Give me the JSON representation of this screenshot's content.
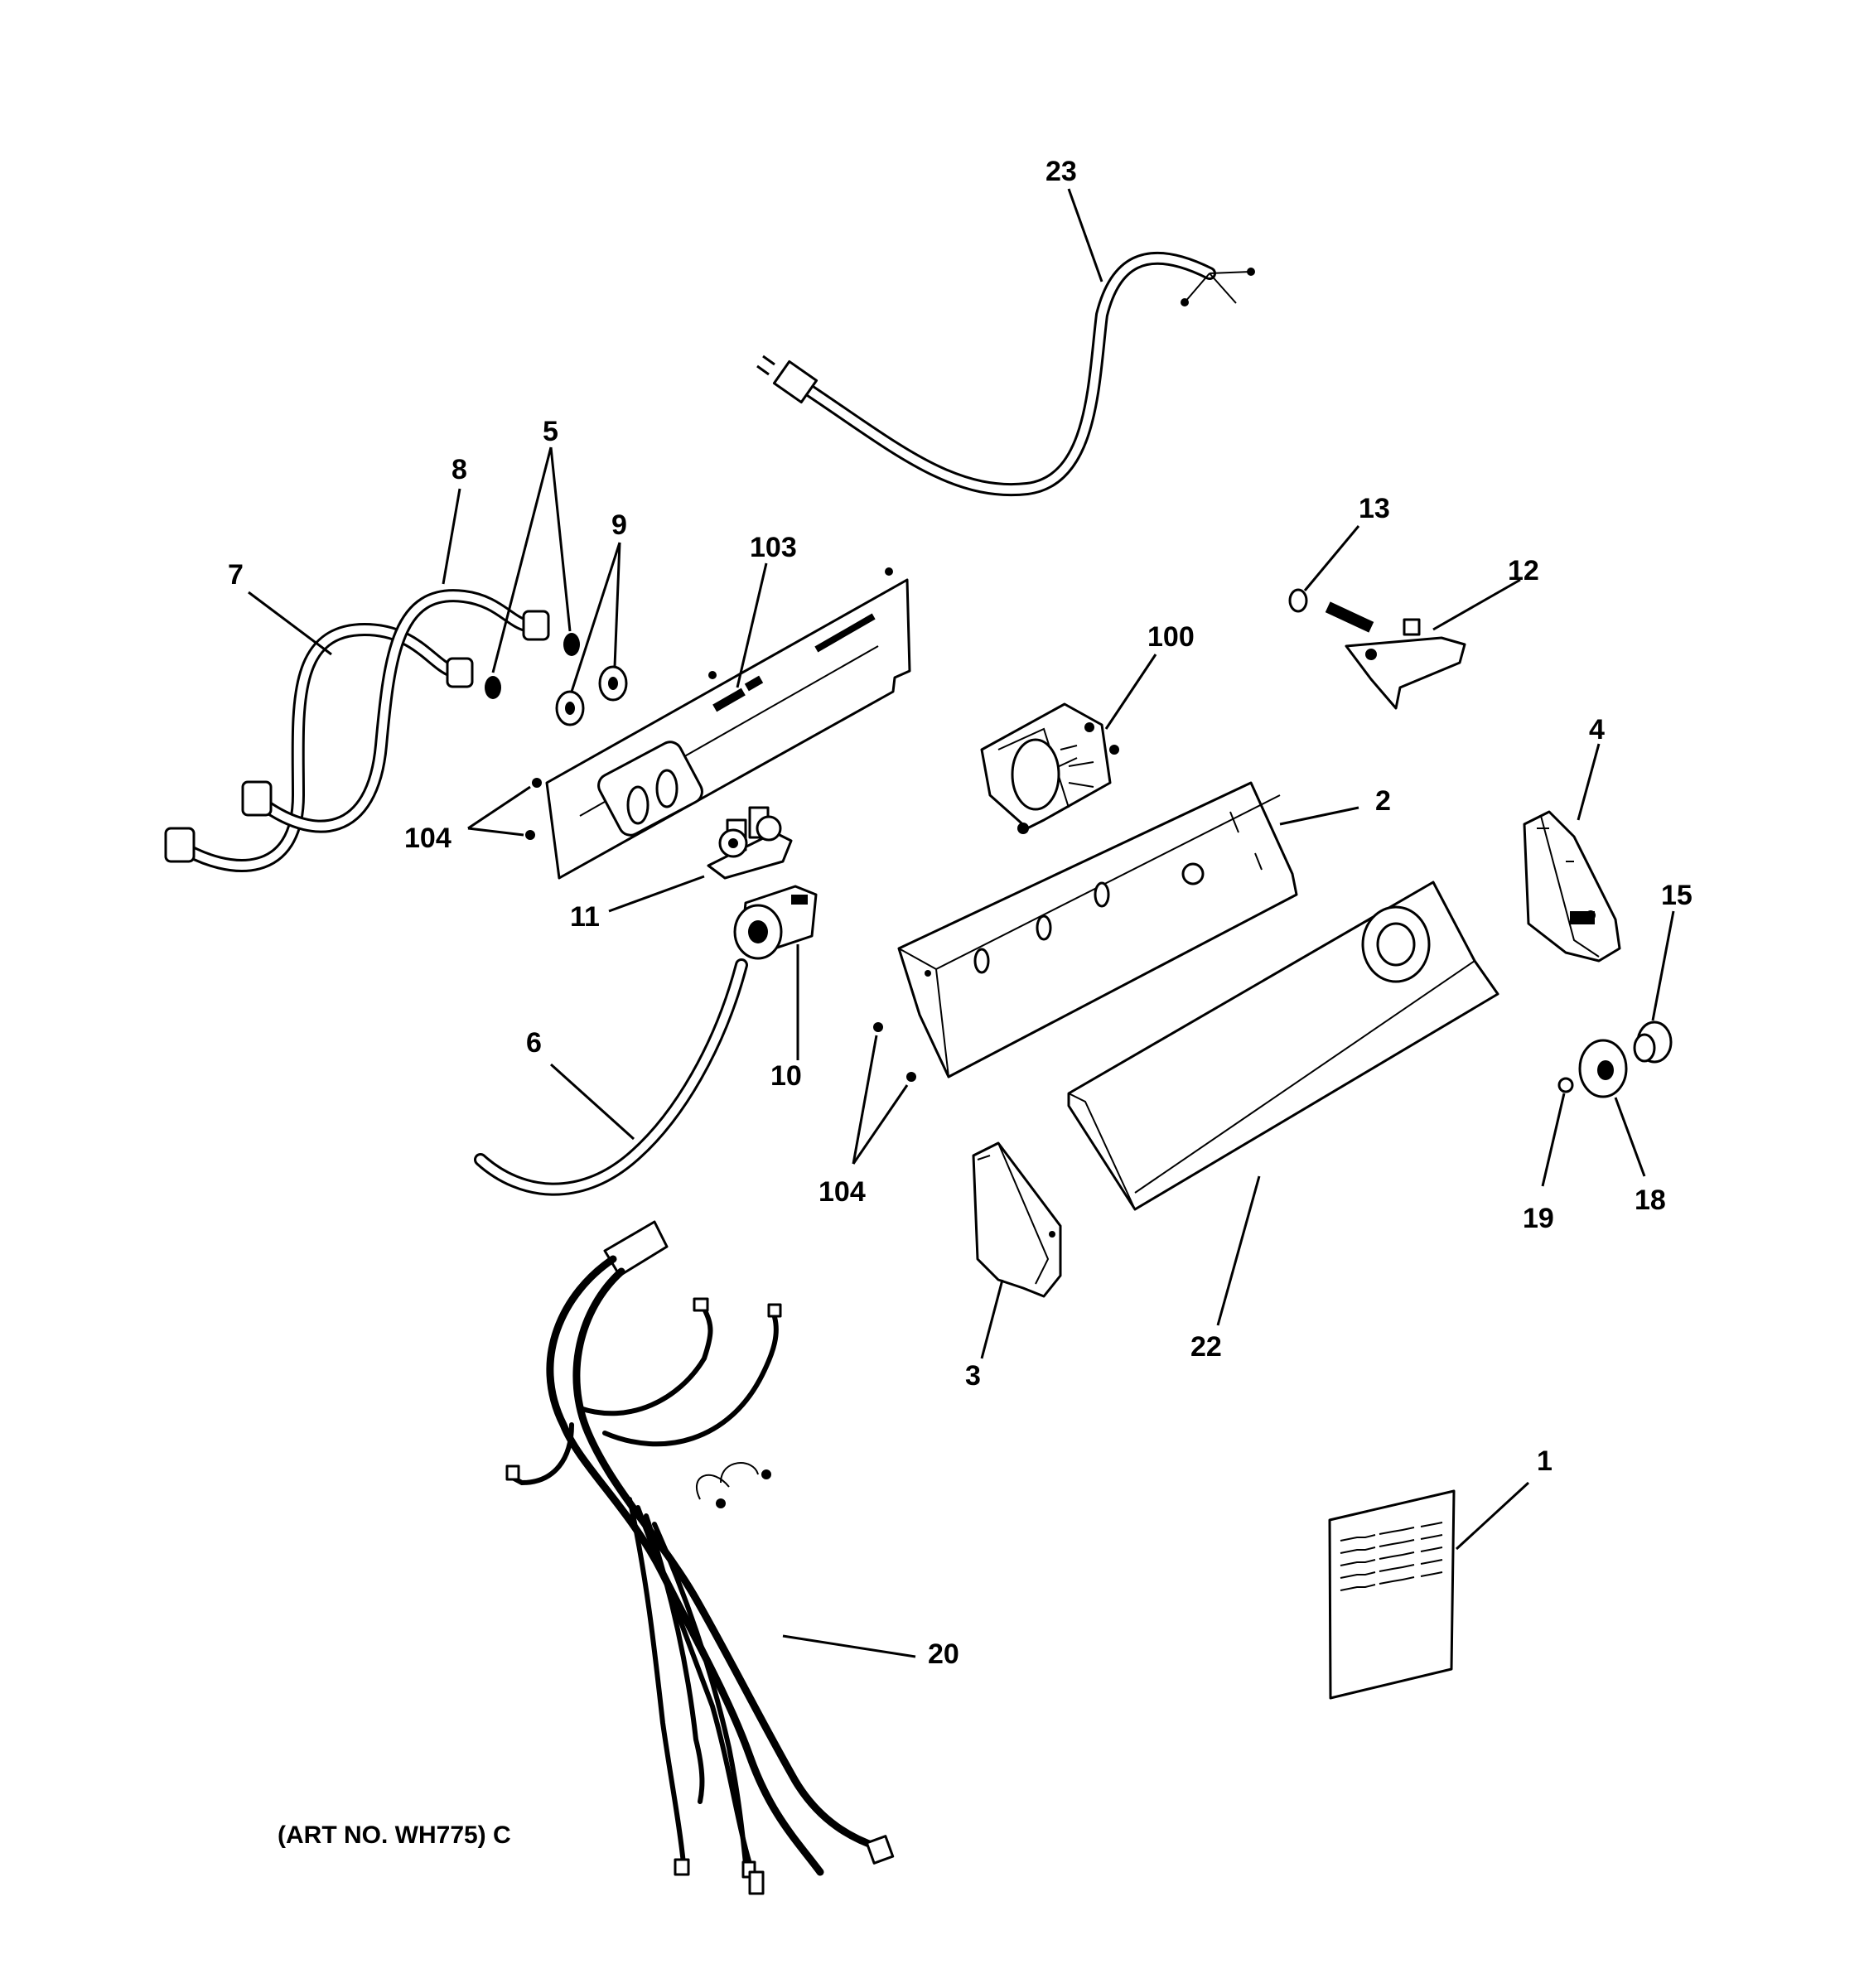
{
  "caption": "(ART NO. WH775) C",
  "labels": {
    "p1": "1",
    "p2": "2",
    "p3": "3",
    "p4": "4",
    "p5": "5",
    "p6": "6",
    "p7": "7",
    "p8": "8",
    "p9": "9",
    "p10": "10",
    "p11": "11",
    "p12": "12",
    "p13": "13",
    "p15": "15",
    "p18": "18",
    "p19": "19",
    "p20": "20",
    "p22": "22",
    "p23": "23",
    "p100": "100",
    "p103": "103",
    "p104a": "104",
    "p104b": "104"
  }
}
